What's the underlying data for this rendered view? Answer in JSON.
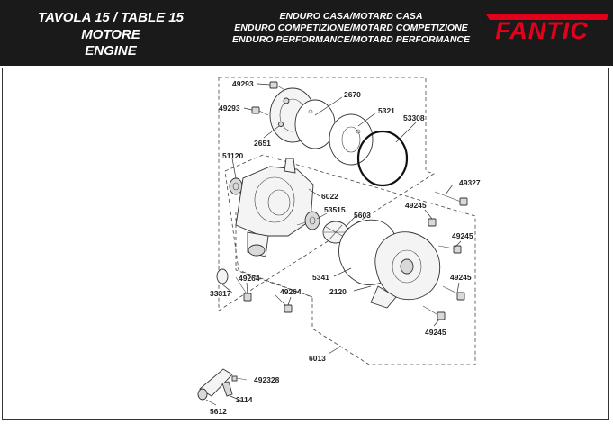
{
  "header": {
    "title_left": "TAVOLA 15  /  TABLE 15",
    "title_motore": "MOTORE",
    "title_engine": "ENGINE",
    "model_lines": [
      "ENDURO CASA/MOTARD CASA",
      "ENDURO COMPETIZIONE/MOTARD COMPETIZIONE",
      "ENDURO PERFORMANCE/MOTARD PERFORMANCE"
    ],
    "brand": "FANTIC",
    "brand_color": "#e3001b"
  },
  "parts": [
    "49293",
    "49293",
    "2670",
    "5321",
    "53308",
    "2651",
    "51120",
    "6022",
    "49327",
    "49245",
    "53515",
    "5603",
    "49245",
    "5341",
    "2120",
    "49245",
    "33317",
    "49264",
    "49264",
    "49245",
    "6013",
    "492328",
    "2114",
    "5612"
  ]
}
